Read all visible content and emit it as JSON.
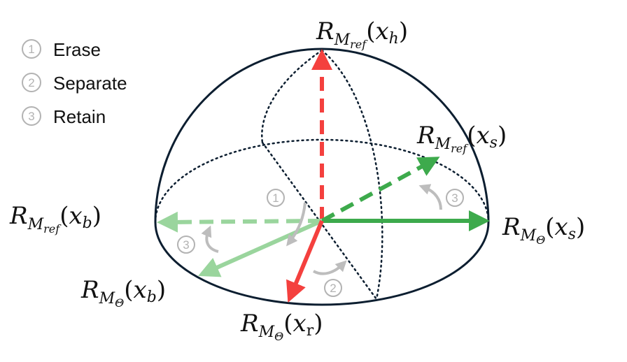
{
  "legend": [
    {
      "num": "1",
      "label": "Erase"
    },
    {
      "num": "2",
      "label": "Separate"
    },
    {
      "num": "3",
      "label": "Retain"
    }
  ],
  "step_markers": {
    "erase": "1",
    "separate": "2",
    "retain_left": "3",
    "retain_right": "3"
  },
  "labels": {
    "top": {
      "script": "R",
      "sub": "M",
      "subsub": "ref",
      "arg": "x",
      "argsub": "h"
    },
    "right_upper": {
      "script": "R",
      "sub": "M",
      "subsub": "ref",
      "arg": "x",
      "argsub": "s"
    },
    "right_lower": {
      "script": "R",
      "sub": "M",
      "subsub": "Θ",
      "arg": "x",
      "argsub": "s"
    },
    "left_upper": {
      "script": "R",
      "sub": "M",
      "subsub": "ref",
      "arg": "x",
      "argsub": "b"
    },
    "left_lower": {
      "script": "R",
      "sub": "M",
      "subsub": "Θ",
      "arg": "x",
      "argsub": "b"
    },
    "bottom": {
      "script": "R",
      "sub": "M",
      "subsub": "Θ",
      "arg": "x",
      "argsub": "r"
    }
  },
  "colors": {
    "outline": "#0c1e30",
    "red": "#f4403e",
    "green": "#3daa4c",
    "light_green": "#9ad59d",
    "gray_arrow": "#bdbdbd",
    "gray_circle": "#b3b3b3"
  }
}
